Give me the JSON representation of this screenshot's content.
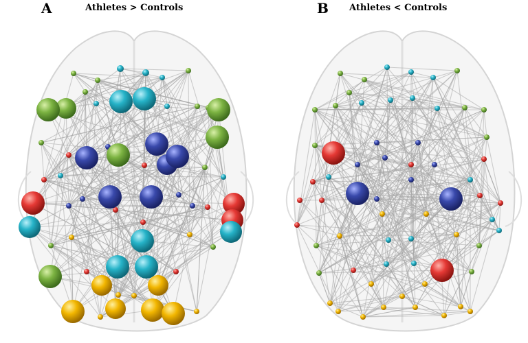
{
  "panels": [
    {
      "label": "A",
      "title": "Athletes > Controls"
    },
    {
      "label": "B",
      "title": "Athletes < Controls"
    }
  ],
  "colors": {
    "green": "#7cb342",
    "cyan": "#26b3c8",
    "blue": "#3949ab",
    "red": "#e53935",
    "yellow": "#f2b600",
    "edge": "#a8a8a8",
    "brain": "#e9e9e9"
  }
}
